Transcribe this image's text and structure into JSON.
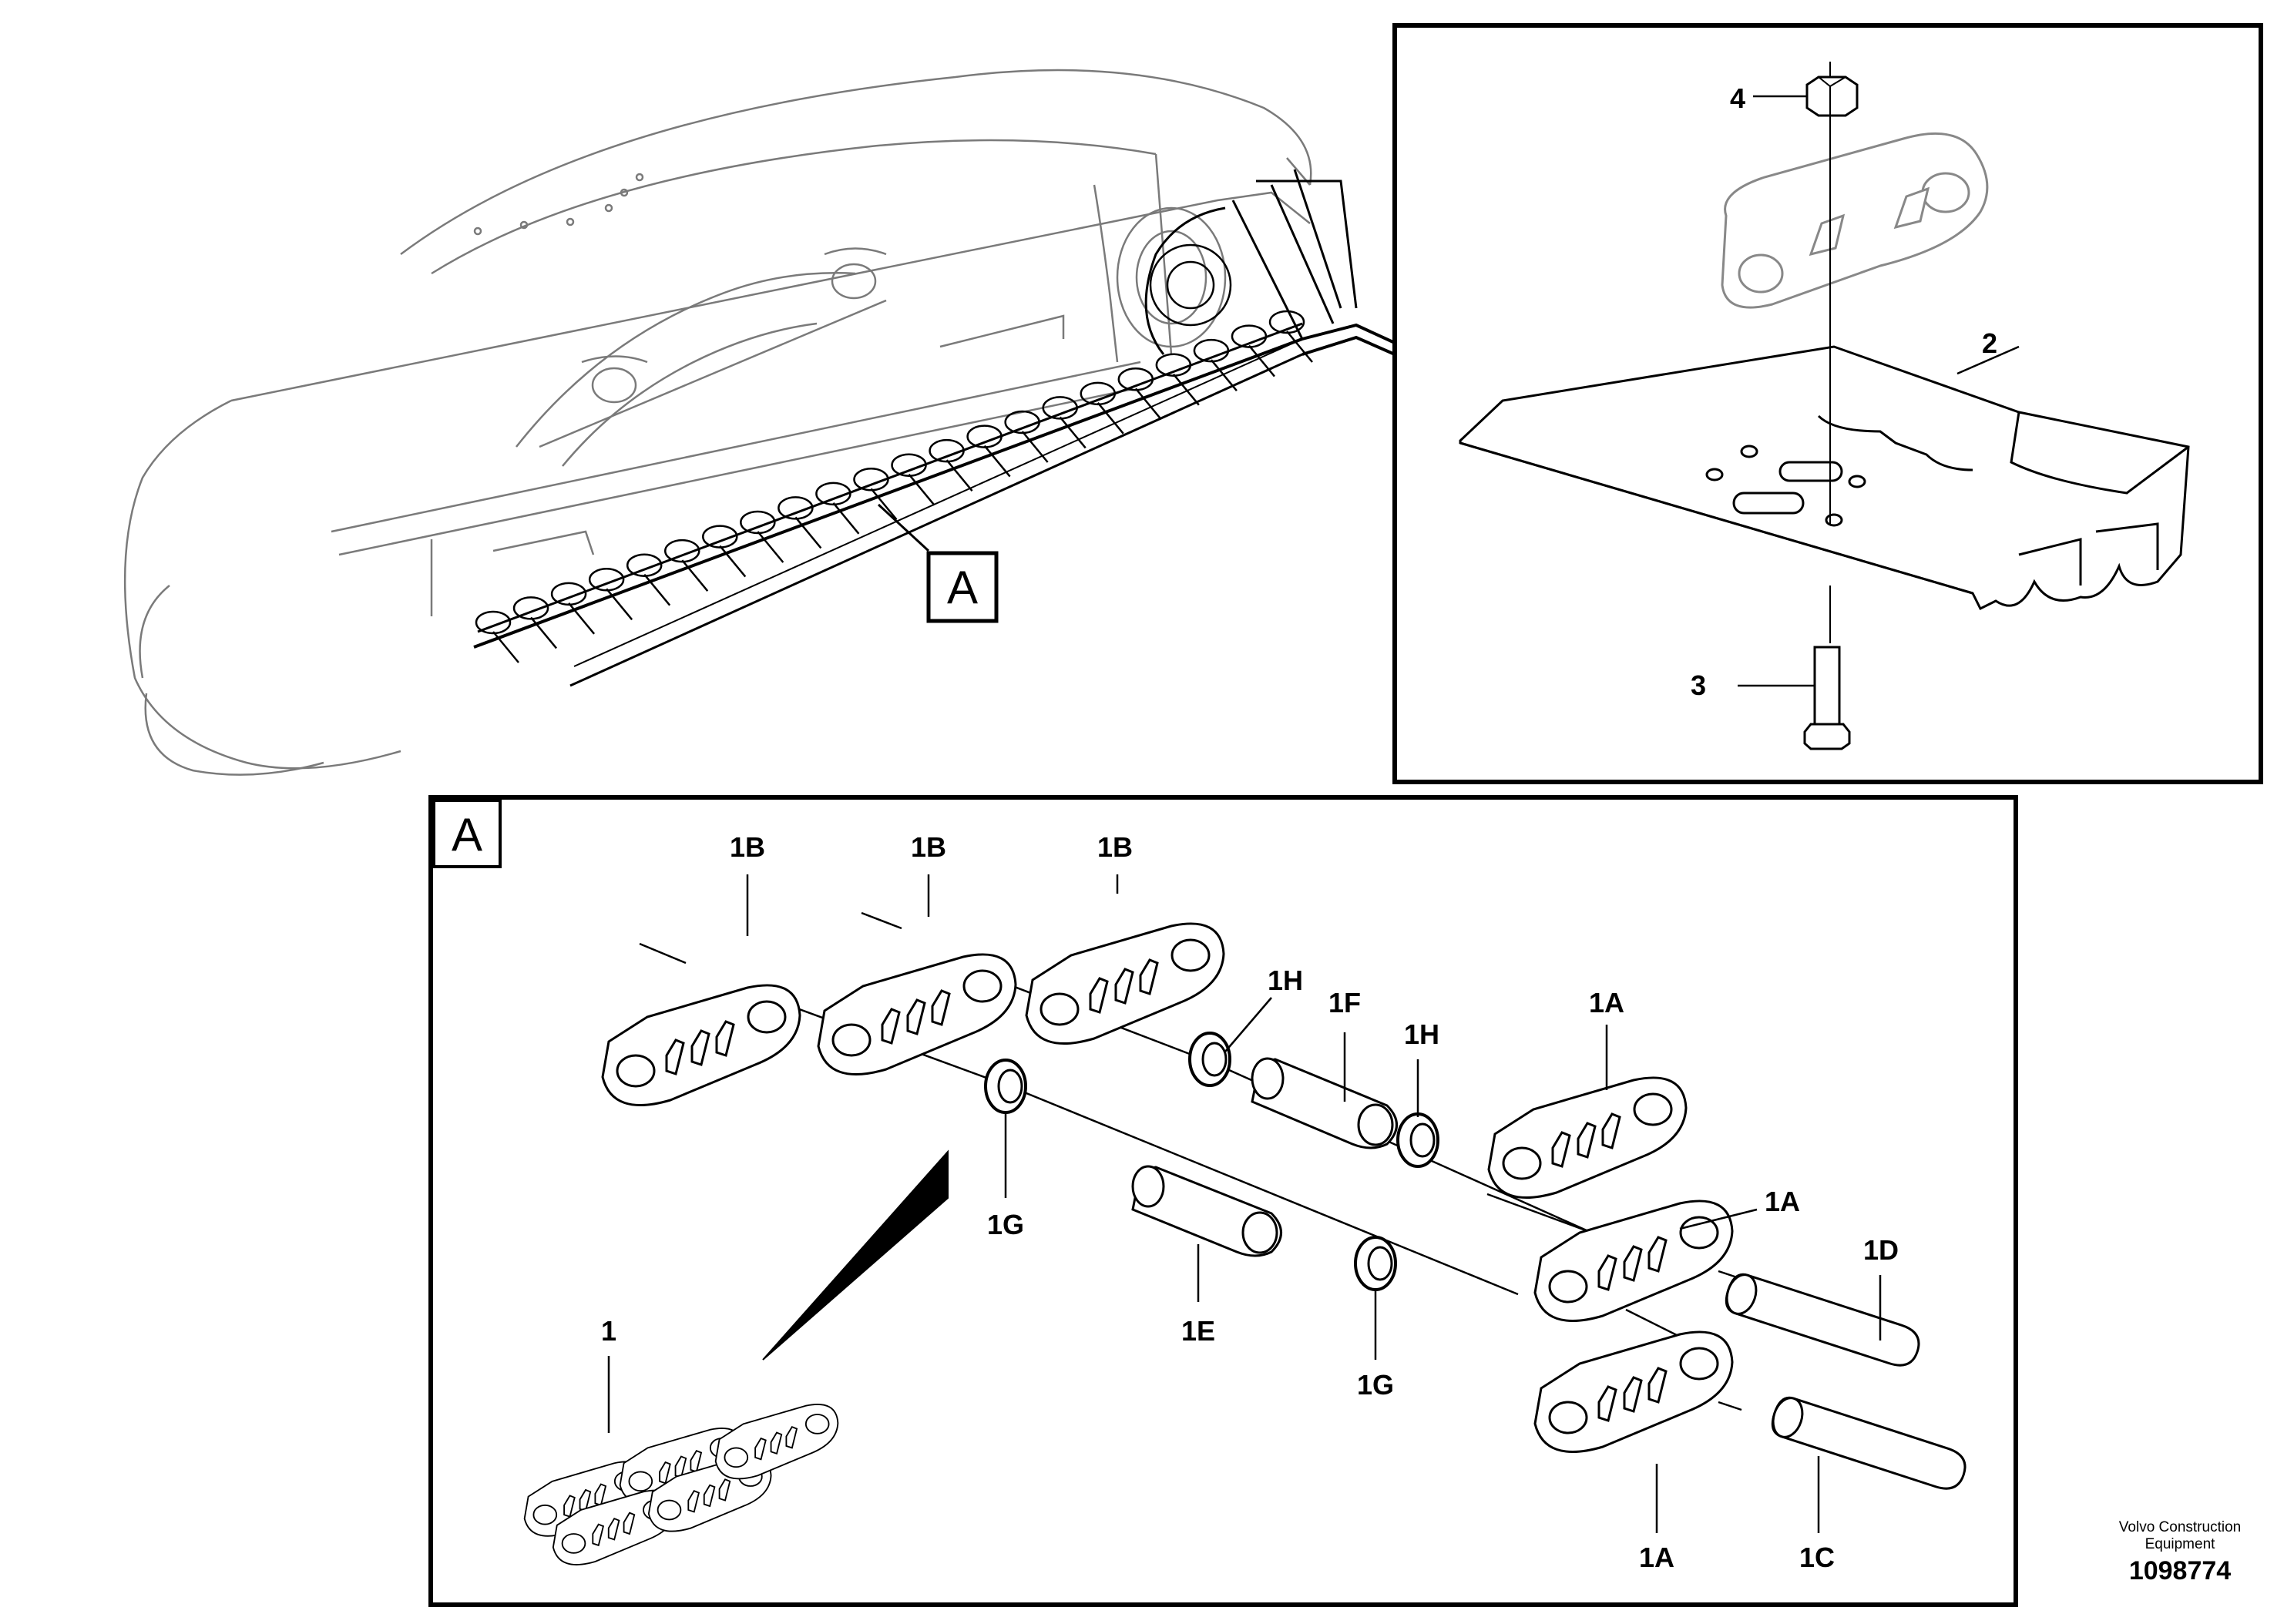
{
  "callouts": {
    "c4": "4",
    "c2": "2",
    "c3": "3",
    "cA_marker": "A",
    "cA_box": "A",
    "c1B_a": "1B",
    "c1B_b": "1B",
    "c1B_c": "1B",
    "c1H_a": "1H",
    "c1F": "1F",
    "c1H_b": "1H",
    "c1A_a": "1A",
    "c1A_b": "1A",
    "c1A_c": "1A",
    "c1G_a": "1G",
    "c1E": "1E",
    "c1G_b": "1G",
    "c1D": "1D",
    "c1C": "1C",
    "c1": "1"
  },
  "credit": {
    "line1": "Volvo Construction",
    "line2": "Equipment",
    "doc_number": "1098774"
  }
}
